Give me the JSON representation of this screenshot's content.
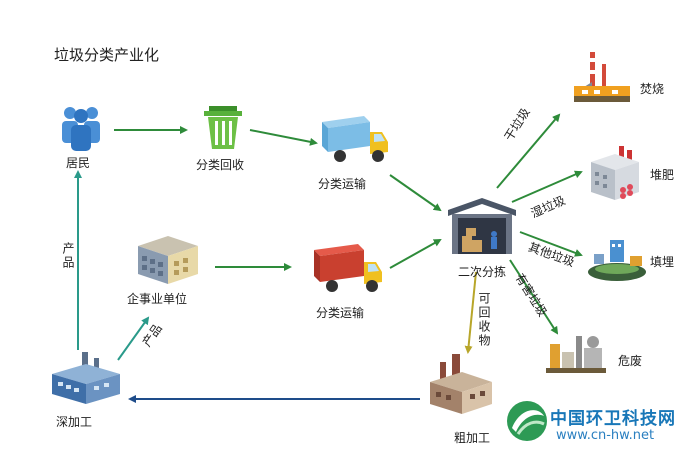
{
  "title": "垃圾分类产业化",
  "nodes": {
    "residents": "居民",
    "sort_collect": "分类回收",
    "transport_1": "分类运输",
    "enterprise": "企事业单位",
    "transport_2": "分类运输",
    "secondary_sort": "二次分拣",
    "incineration": "焚烧",
    "compost": "堆肥",
    "landfill": "填埋",
    "hazardous": "危废",
    "rough_process": "粗加工",
    "deep_process": "深加工"
  },
  "edges": {
    "dry_waste": "干垃圾",
    "wet_waste": "湿垃圾",
    "other_waste": "其他垃圾",
    "hazardous_waste": "有害垃圾",
    "recyclable": "可回收物",
    "product_1": "产品",
    "product_2": "产品"
  },
  "watermark": {
    "name": "中国环卫科技网",
    "url": "www.cn-hw.net"
  },
  "colors": {
    "green_arrow": "#2e8b3a",
    "olive_arrow": "#b8a62a",
    "blue_arrow": "#1e4c8a",
    "teal_arrow": "#2a9a8a"
  },
  "icons": {
    "residents": "people-group-icon",
    "sort_collect": "trash-bin-icon",
    "transport": "truck-icon",
    "enterprise": "building-icon",
    "secondary_sort": "warehouse-icon",
    "incineration": "incinerator-icon",
    "compost": "compost-plant-icon",
    "landfill": "landfill-icon",
    "hazardous": "hazardous-plant-icon",
    "rough_process": "factory-icon",
    "deep_process": "factory-icon"
  }
}
